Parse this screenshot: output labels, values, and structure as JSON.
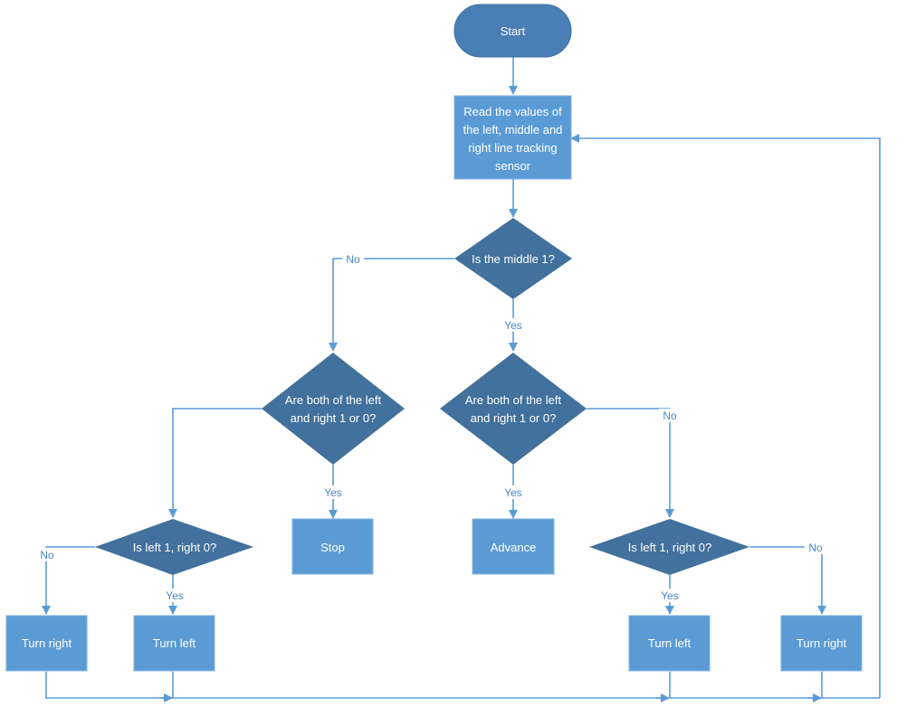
{
  "nodes": {
    "start": "Start",
    "read": [
      "Read the values of",
      "the left, middle and",
      "right line tracking",
      "sensor"
    ],
    "middle_q": "Is the middle 1?",
    "left_q": [
      "Are both of the  left",
      "and right 1 or 0?"
    ],
    "right_q": [
      "Are both of the  left",
      "and right 1 or 0?"
    ],
    "stop": "Stop",
    "advance": "Advance",
    "left_lr_q": "Is left 1, right 0?",
    "right_lr_q": "Is left 1, right 0?",
    "turn_right_1": "Turn right",
    "turn_left_1": "Turn left",
    "turn_left_2": "Turn left",
    "turn_right_2": "Turn right"
  },
  "edges": {
    "middle_no": "No",
    "middle_yes": "Yes",
    "left_q_yes": "Yes",
    "right_q_yes": "Yes",
    "right_q_no": "No",
    "left_lr_no": "No",
    "left_lr_yes": "Yes",
    "right_lr_yes": "Yes",
    "right_lr_no": "No"
  },
  "colors": {
    "terminal_fill": "#4a7fb5",
    "process_fill": "#5b9bd5",
    "decision_fill": "#41719c",
    "connector": "#5b9bd5",
    "edge_label": "#4a86c8",
    "node_text": "#ffffff"
  }
}
